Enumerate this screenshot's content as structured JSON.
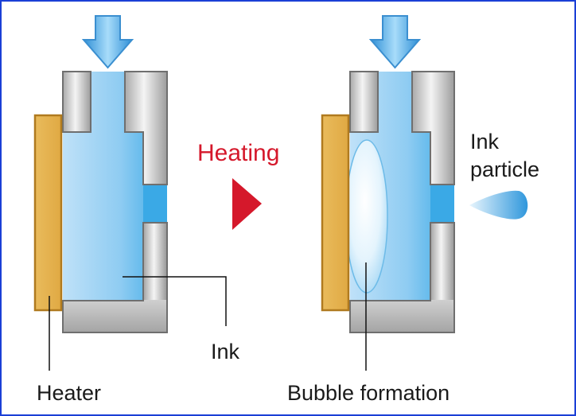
{
  "labels": {
    "heating": "Heating",
    "ink": "Ink",
    "heater": "Heater",
    "bubble_formation": "Bubble formation",
    "ink_particle_line1": "Ink",
    "ink_particle_line2": "particle"
  },
  "colors": {
    "frame_border": "#1a3fd6",
    "heater_fill": "#e6b24e",
    "heater_stroke": "#b07a1f",
    "ink_blue": "#3aa9e6",
    "arrow_blue": "#4aa6e6",
    "heating_red": "#d5182b",
    "body_gray_stroke": "#6f6f6f"
  },
  "icons": {
    "flow_arrow": "down-arrow-icon",
    "heating_arrow": "right-triangle-icon"
  }
}
